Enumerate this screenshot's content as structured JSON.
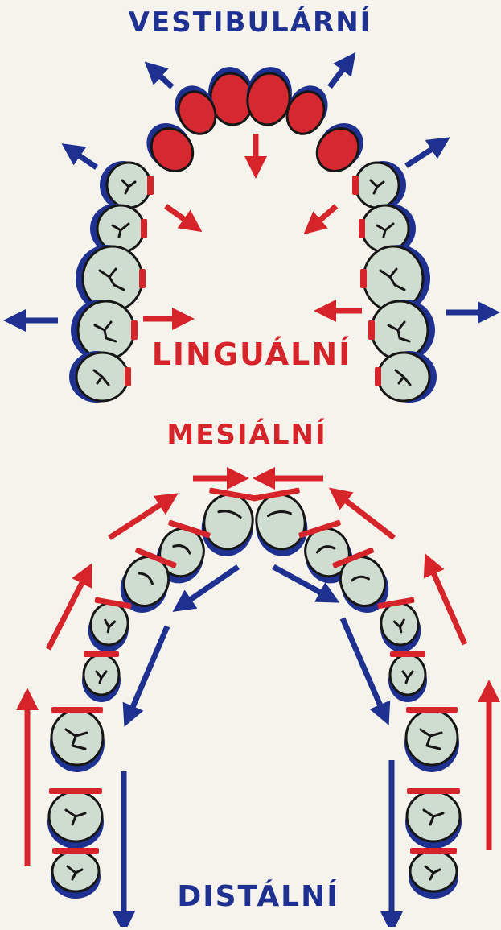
{
  "labels": {
    "vestibular": "VESTIBULÁRNÍ",
    "lingual": "LINGUÁLNÍ",
    "mesial": "MESIÁLNÍ",
    "distal": "DISTÁLNÍ"
  },
  "colors": {
    "background": "#f6f3ec",
    "blue": "#1f3190",
    "red": "#d6242b",
    "tooth_fill": "#cfdcd0",
    "tooth_outline": "#161616",
    "front_tooth_fill": "#d62830"
  }
}
